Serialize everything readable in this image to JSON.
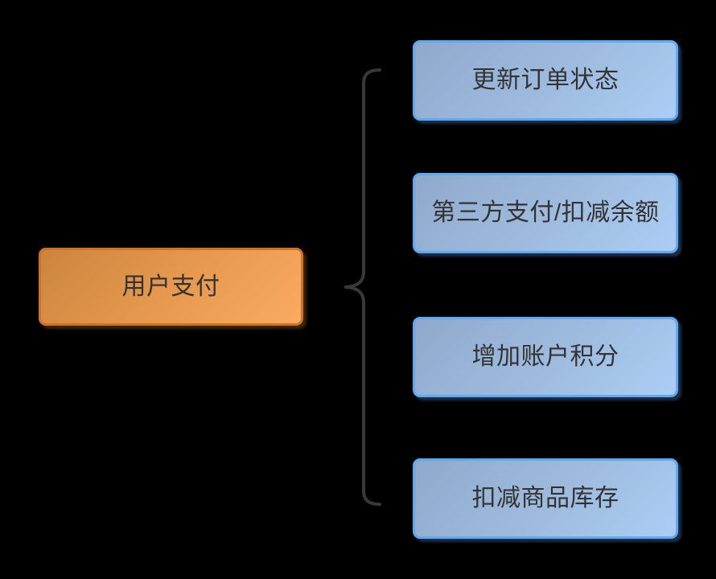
{
  "diagram": {
    "root": {
      "label": "用户支付"
    },
    "children": [
      {
        "label": "更新订单状态"
      },
      {
        "label": "第三方支付/扣减余额"
      },
      {
        "label": "增加账户积分"
      },
      {
        "label": "扣减商品库存"
      }
    ],
    "connector": {
      "shape": "left-curly-brace"
    },
    "colors": {
      "background": "#000000",
      "root_fill_start": "#cc853e",
      "root_fill_end": "#f8ab61",
      "root_border": "#cf7228",
      "child_fill_start": "#8fa9cc",
      "child_fill_end": "#accdf5",
      "child_border": "#5fa8f2",
      "text": "#333333",
      "brace": "#383838"
    }
  }
}
